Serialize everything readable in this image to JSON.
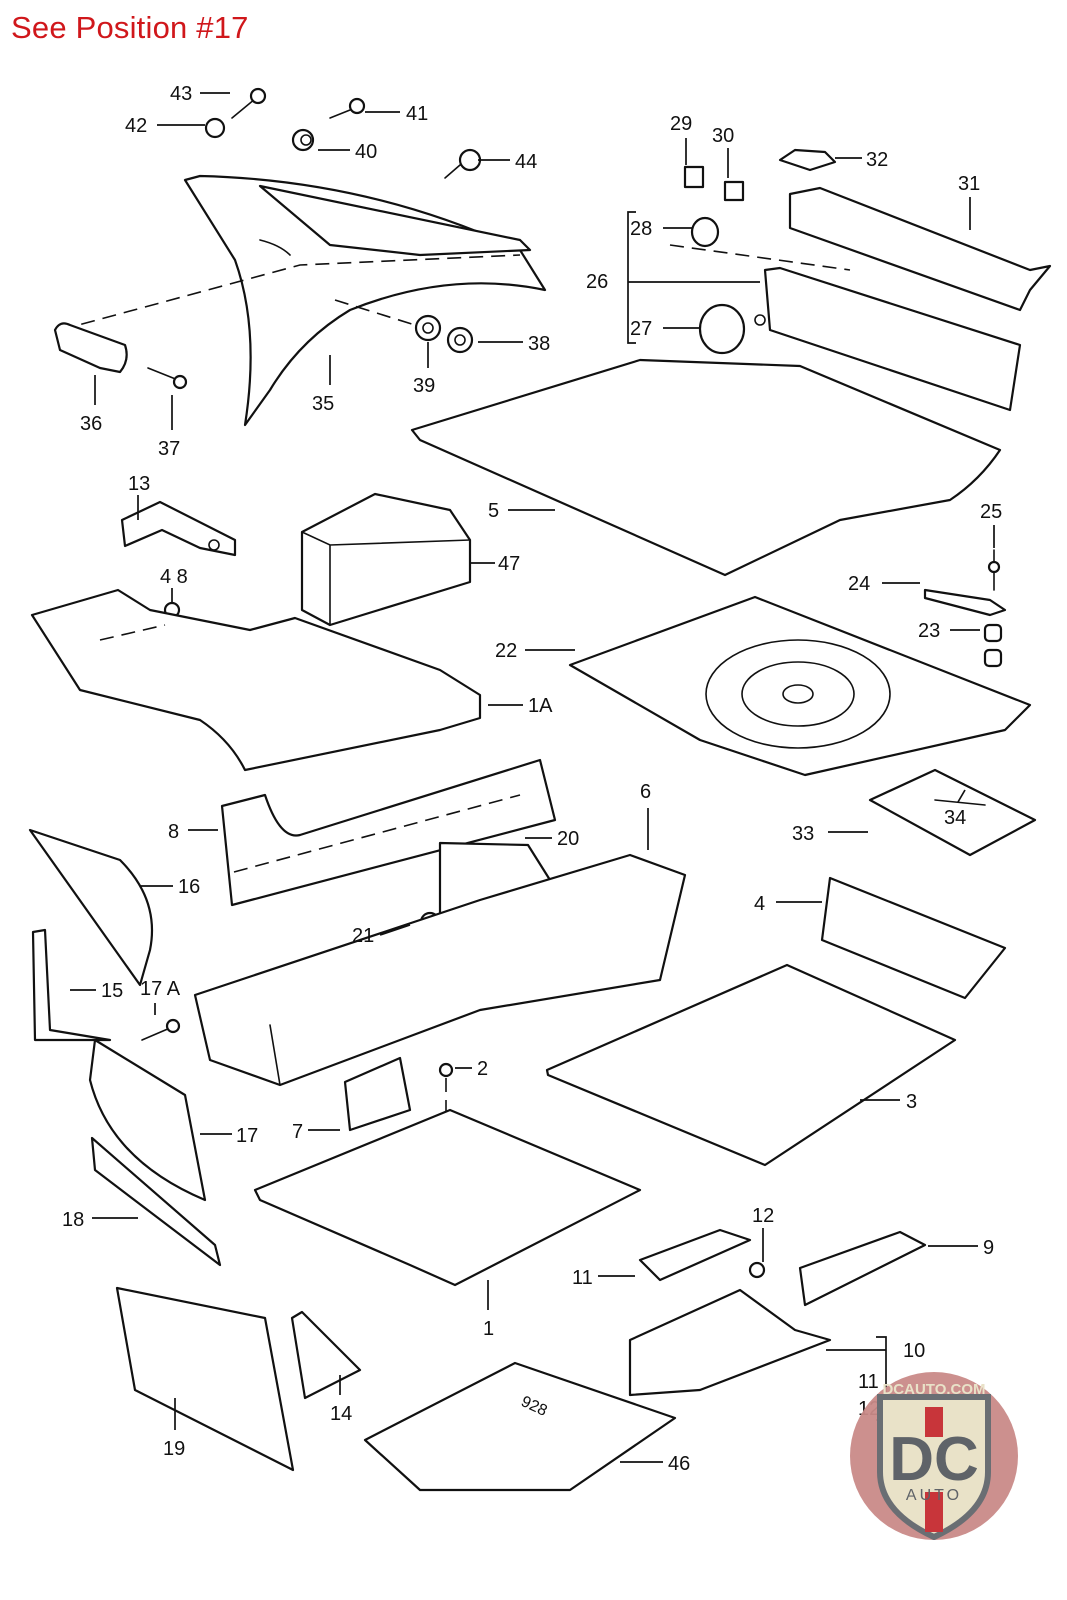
{
  "header_note": "See Position #17",
  "diagram": {
    "type": "exploded-parts-diagram",
    "callouts": [
      {
        "id": "43",
        "label": "43"
      },
      {
        "id": "42",
        "label": "42"
      },
      {
        "id": "41",
        "label": "41"
      },
      {
        "id": "40",
        "label": "40"
      },
      {
        "id": "44",
        "label": "44"
      },
      {
        "id": "36",
        "label": "36"
      },
      {
        "id": "37",
        "label": "37"
      },
      {
        "id": "35",
        "label": "35"
      },
      {
        "id": "39",
        "label": "39"
      },
      {
        "id": "38",
        "label": "38"
      },
      {
        "id": "29",
        "label": "29"
      },
      {
        "id": "30",
        "label": "30"
      },
      {
        "id": "32",
        "label": "32"
      },
      {
        "id": "31",
        "label": "31"
      },
      {
        "id": "28",
        "label": "28"
      },
      {
        "id": "26",
        "label": "26"
      },
      {
        "id": "27",
        "label": "27"
      },
      {
        "id": "5",
        "label": "5"
      },
      {
        "id": "13",
        "label": "13"
      },
      {
        "id": "47",
        "label": "47"
      },
      {
        "id": "48",
        "label": "4 8"
      },
      {
        "id": "25",
        "label": "25"
      },
      {
        "id": "24",
        "label": "24"
      },
      {
        "id": "23",
        "label": "23"
      },
      {
        "id": "22",
        "label": "22"
      },
      {
        "id": "1A",
        "label": "1A"
      },
      {
        "id": "34",
        "label": "34"
      },
      {
        "id": "33",
        "label": "33"
      },
      {
        "id": "8",
        "label": "8"
      },
      {
        "id": "6",
        "label": "6"
      },
      {
        "id": "20",
        "label": "20"
      },
      {
        "id": "16",
        "label": "16"
      },
      {
        "id": "4",
        "label": "4"
      },
      {
        "id": "21",
        "label": "21"
      },
      {
        "id": "15",
        "label": "15"
      },
      {
        "id": "17A",
        "label": "17 A"
      },
      {
        "id": "2",
        "label": "2"
      },
      {
        "id": "3",
        "label": "3"
      },
      {
        "id": "7",
        "label": "7"
      },
      {
        "id": "17",
        "label": "17"
      },
      {
        "id": "18",
        "label": "18"
      },
      {
        "id": "12a",
        "label": "12"
      },
      {
        "id": "9",
        "label": "9"
      },
      {
        "id": "11a",
        "label": "11"
      },
      {
        "id": "1",
        "label": "1"
      },
      {
        "id": "10",
        "label": "10"
      },
      {
        "id": "11b",
        "label": "11"
      },
      {
        "id": "12b",
        "label": "12"
      },
      {
        "id": "14",
        "label": "14"
      },
      {
        "id": "19",
        "label": "19"
      },
      {
        "id": "46",
        "label": "46"
      }
    ],
    "floor_mat_emblem": "928"
  },
  "watermark": {
    "text_top": "DCAUTO.COM",
    "text_main": "DC",
    "text_bottom": "AUTO",
    "colors": {
      "red": "#c8353a",
      "gray": "#5f6368",
      "cream": "#e9e2c8",
      "disc": "#c98a88"
    }
  }
}
